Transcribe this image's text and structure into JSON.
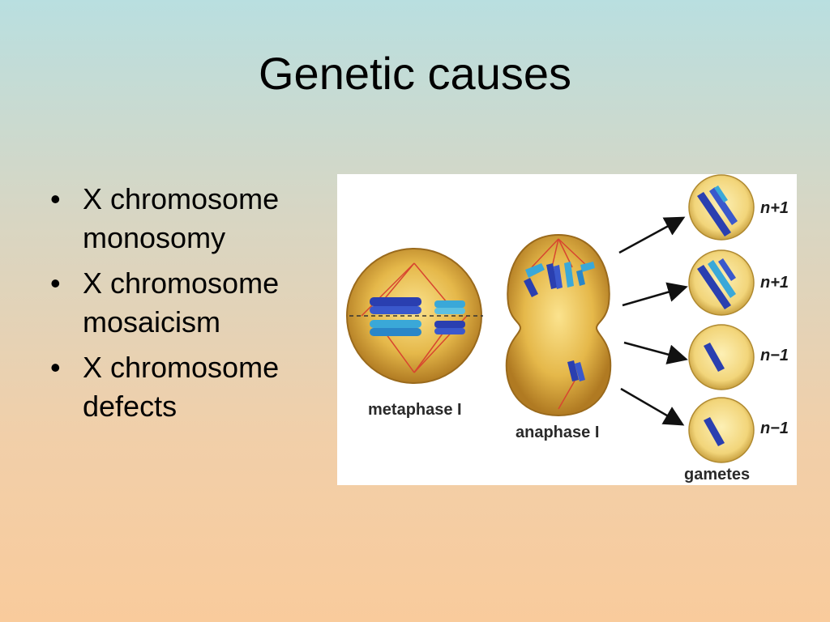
{
  "slide": {
    "title": "Genetic causes",
    "bullet_symbol": "•",
    "bullets": [
      "X chromosome monosomy",
      "X chromosome mosaicism",
      "X chromosome defects"
    ]
  },
  "figure": {
    "labels": {
      "metaphase": "metaphase I",
      "anaphase": "anaphase I",
      "gametes": "gametes"
    },
    "gamete_counts": [
      "n+1",
      "n+1",
      "n−1",
      "n−1"
    ],
    "colors": {
      "cell_fill": "#e5b84a",
      "cell_edge": "#9a6a1c",
      "chromosome_dark": "#2a3fb0",
      "chromosome_light": "#3aa8d8",
      "spindle": "#d8452f"
    }
  }
}
